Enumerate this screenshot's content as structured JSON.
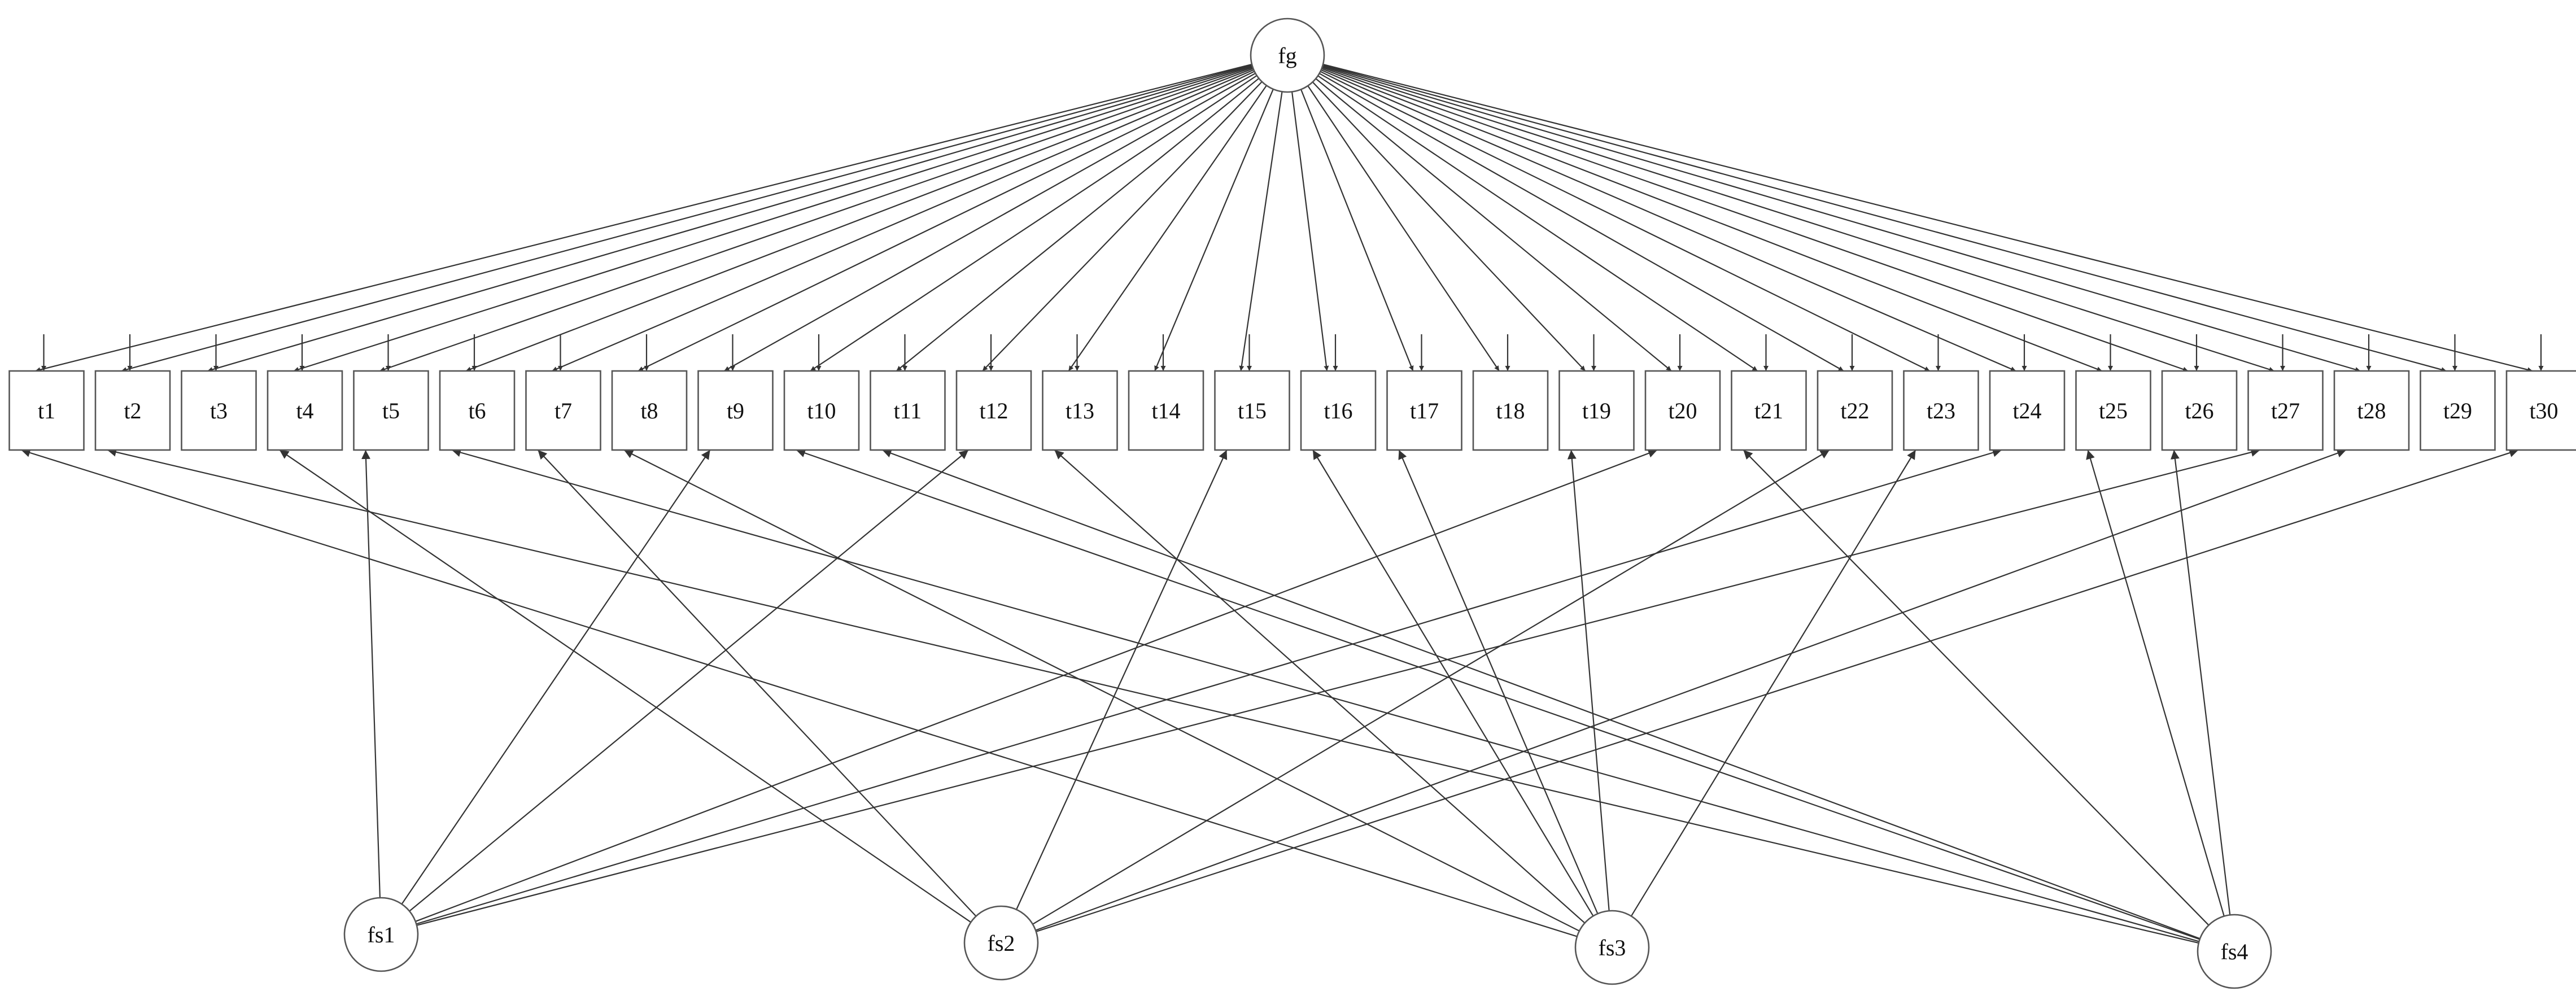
{
  "diagram": {
    "general_factor": "fg",
    "specific_factors": [
      "fs1",
      "fs2",
      "fs3",
      "fs4"
    ],
    "indicators": [
      "t1",
      "t2",
      "t3",
      "t4",
      "t5",
      "t6",
      "t7",
      "t8",
      "t9",
      "t10",
      "t11",
      "t12",
      "t13",
      "t14",
      "t15",
      "t16",
      "t17",
      "t18",
      "t19",
      "t20",
      "t21",
      "t22",
      "t23",
      "t24",
      "t25",
      "t26",
      "t27",
      "t28",
      "t29",
      "t30"
    ],
    "specific_loadings": {
      "fs1": [
        "t5",
        "t9",
        "t12",
        "t20",
        "t24",
        "t27"
      ],
      "fs2": [
        "t4",
        "t7",
        "t15",
        "t22",
        "t28",
        "t30"
      ],
      "fs3": [
        "t1",
        "t8",
        "t13",
        "t16",
        "t17",
        "t19",
        "t23"
      ],
      "fs4": [
        "t2",
        "t6",
        "t10",
        "t11",
        "t21",
        "t25",
        "t26"
      ]
    },
    "colors": {
      "stroke": "#333333",
      "node_border": "#555555",
      "background": "#ffffff"
    }
  }
}
